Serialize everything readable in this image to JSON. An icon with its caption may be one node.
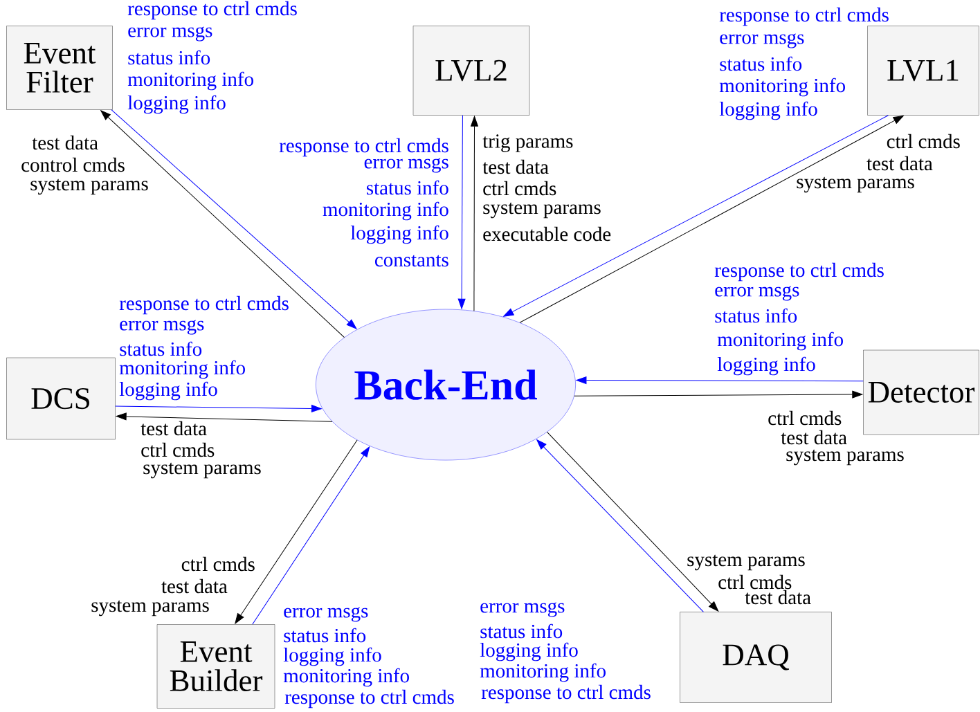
{
  "diagram": {
    "nodes": [
      {
        "text": [
          "Event Filter"
        ]
      },
      {
        "text": [
          "LVL2"
        ]
      },
      {
        "text": [
          "LVL1"
        ]
      },
      {
        "text": [
          "DCS"
        ]
      },
      {
        "text": [
          "Back-End"
        ]
      },
      {
        "text": [
          "Detector"
        ]
      },
      {
        "text": [
          "Event Builder"
        ]
      },
      {
        "text": [
          "DAQ"
        ]
      }
    ],
    "edges": [
      {
        "from": 0,
        "to": 4,
        "arrow": "to",
        "color": "#0000ff"
      },
      {
        "from": 4,
        "to": 0,
        "arrow": "to",
        "color": "#000000"
      },
      {
        "from": 1,
        "to": 4,
        "arrow": "to",
        "color": "#0000ff"
      },
      {
        "from": 4,
        "to": 1,
        "arrow": "to",
        "color": "#000000"
      },
      {
        "from": 2,
        "to": 4,
        "arrow": "to",
        "color": "#0000ff"
      },
      {
        "from": 4,
        "to": 2,
        "arrow": "to",
        "color": "#000000"
      },
      {
        "from": 3,
        "to": 4,
        "arrow": "to",
        "color": "#0000ff"
      },
      {
        "from": 4,
        "to": 3,
        "arrow": "to",
        "color": "#000000"
      },
      {
        "from": 5,
        "to": 4,
        "arrow": "to",
        "color": "#0000ff"
      },
      {
        "from": 4,
        "to": 5,
        "arrow": "to",
        "color": "#000000"
      },
      {
        "from": 4,
        "to": 6,
        "arrow": "to",
        "color": "#000000"
      },
      {
        "from": 6,
        "to": 4,
        "arrow": "to",
        "color": "#0000ff"
      },
      {
        "from": 4,
        "to": 7,
        "arrow": "to",
        "color": "#000000"
      },
      {
        "from": 7,
        "to": 4,
        "arrow": "to",
        "color": "#0000ff"
      }
    ],
    "labels": [
      "response to ctrl cmds",
      "error msgs",
      "status info",
      "monitoring info",
      "logging info",
      "response to ctrl cmds",
      "error msgs",
      "status info",
      "monitoring info",
      "logging info",
      "test data",
      "control cmds",
      "system params",
      "response to ctrl cmds",
      "error msgs",
      "status info",
      "monitoring info",
      "logging info",
      "constants",
      "trig params",
      "test data",
      "ctrl cmds",
      "system params",
      "executable code",
      "ctrl cmds",
      "test data",
      "system params",
      "response to ctrl cmds",
      "error msgs",
      "status info",
      "monitoring info",
      "logging info",
      "response to ctrl cmds",
      "error msgs",
      "status info",
      "monitoring info",
      "logging info",
      "test data",
      "ctrl cmds",
      "system params",
      "ctrl cmds",
      "test data",
      "system params",
      "ctrl cmds",
      "test data",
      "system params",
      "system params",
      "ctrl cmds",
      "test data",
      "error msgs",
      "status info",
      "logging info",
      "monitoring info",
      "response to ctrl cmds",
      "error msgs",
      "status info",
      "logging info",
      "monitoring info",
      "response to ctrl cmds"
    ]
  }
}
